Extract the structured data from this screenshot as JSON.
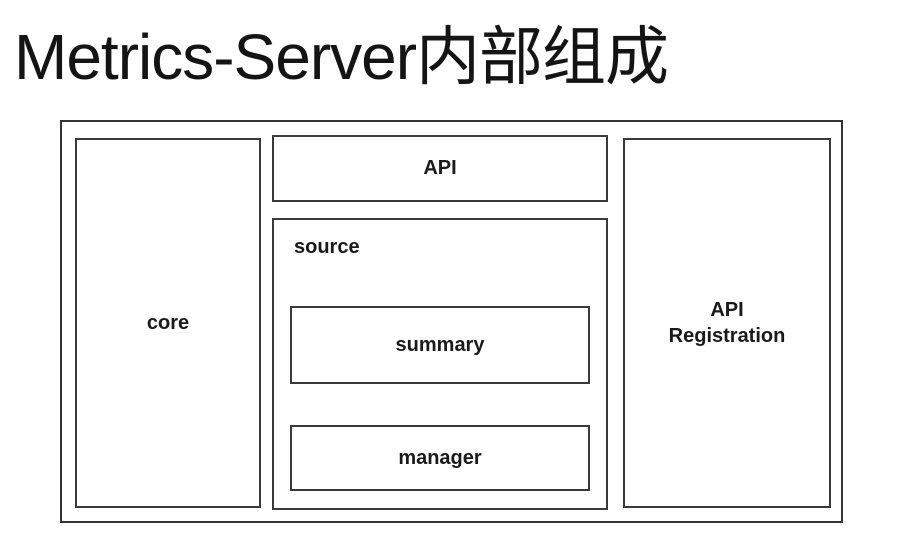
{
  "title": "Metrics-Server内部组成",
  "diagram": {
    "core_label": "core",
    "api_label": "API",
    "source_label": "source",
    "summary_label": "summary",
    "manager_label": "manager",
    "api_registration_label": "API Registration",
    "border_color": "#333333",
    "text_color": "#1a1a1a",
    "background_color": "#ffffff"
  }
}
